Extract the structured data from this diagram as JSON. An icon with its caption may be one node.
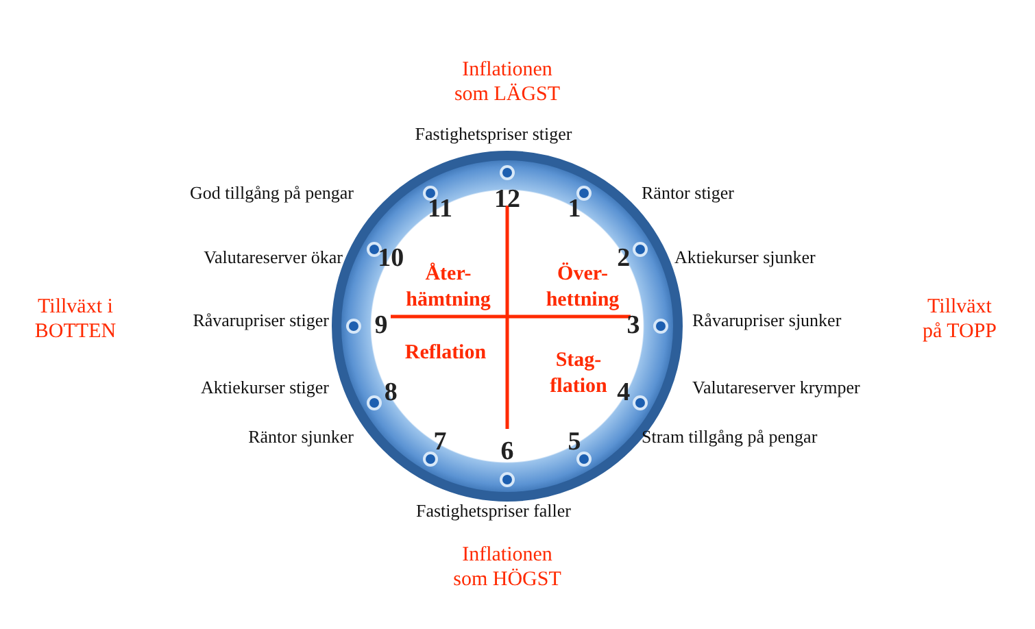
{
  "diagram": {
    "nodes": [
      {
        "text": [
          "Åter- hämtning",
          "Över- hettning",
          "Reflation",
          "Stag- flation"
        ]
      }
    ],
    "labels": [
      "Inflationen som LÄGST",
      "Fastighetspriser stiger",
      "God tillgång på pengar",
      "Räntor stiger",
      "Valutareserver ökar",
      "Aktiekurser sjunker",
      "Tillväxt i BOTTEN",
      "Råvarupriser stiger",
      "Råvarupriser sjunker",
      "Tillväxt på TOPP",
      "Aktiekurser stiger",
      "Valutareserver krymper",
      "Räntor sjunker",
      "Stram tillgång på pengar",
      "Fastighetspriser faller",
      "Inflationen som HÖGST",
      "12",
      "1",
      "2",
      "3",
      "4",
      "5",
      "6",
      "7",
      "8",
      "9",
      "10",
      "11"
    ]
  }
}
